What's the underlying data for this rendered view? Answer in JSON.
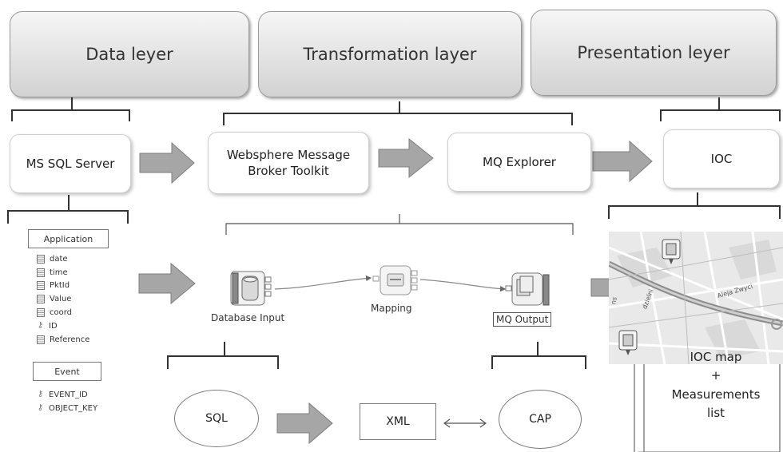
{
  "layers": {
    "data": "Data leyer",
    "transformation": "Transformation layer",
    "presentation": "Presentation leyer"
  },
  "components": {
    "sql_server": "MS SQL Server",
    "websphere_line1": "Websphere Message",
    "websphere_line2": "Broker Toolkit",
    "mq_explorer": "MQ Explorer",
    "ioc": "IOC"
  },
  "tables": {
    "application": {
      "title": "Application",
      "fields": [
        {
          "name": "date",
          "icon": "column-icon"
        },
        {
          "name": "time",
          "icon": "column-icon"
        },
        {
          "name": "PktId",
          "icon": "column-icon"
        },
        {
          "name": "Value",
          "icon": "column-icon"
        },
        {
          "name": "coord",
          "icon": "column-icon"
        },
        {
          "name": "ID",
          "icon": "key-icon"
        },
        {
          "name": "Reference",
          "icon": "column-icon"
        }
      ]
    },
    "event": {
      "title": "Event",
      "fields": [
        {
          "name": "EVENT_ID",
          "icon": "key-icon"
        },
        {
          "name": "OBJECT_KEY",
          "icon": "key-icon"
        }
      ]
    }
  },
  "flow": {
    "database_input": "Database Input",
    "mapping": "Mapping",
    "mq_output": "MQ Output"
  },
  "formats": {
    "sql": "SQL",
    "xml": "XML",
    "cap": "CAP"
  },
  "map": {
    "street1": "Aleja Zwyci",
    "street2": "dzielni",
    "street3": "ns"
  },
  "scroll": {
    "line1": "IOC map",
    "line2": "+",
    "line3": "Measurements",
    "line4": "list"
  },
  "colors": {
    "arrow_fill": "#a6a6a6",
    "arrow_stroke": "#7f7f7f",
    "bracket": "#333333",
    "layer_gradient_top": "#f6f6f6",
    "layer_gradient_bottom": "#d2d2d2"
  }
}
